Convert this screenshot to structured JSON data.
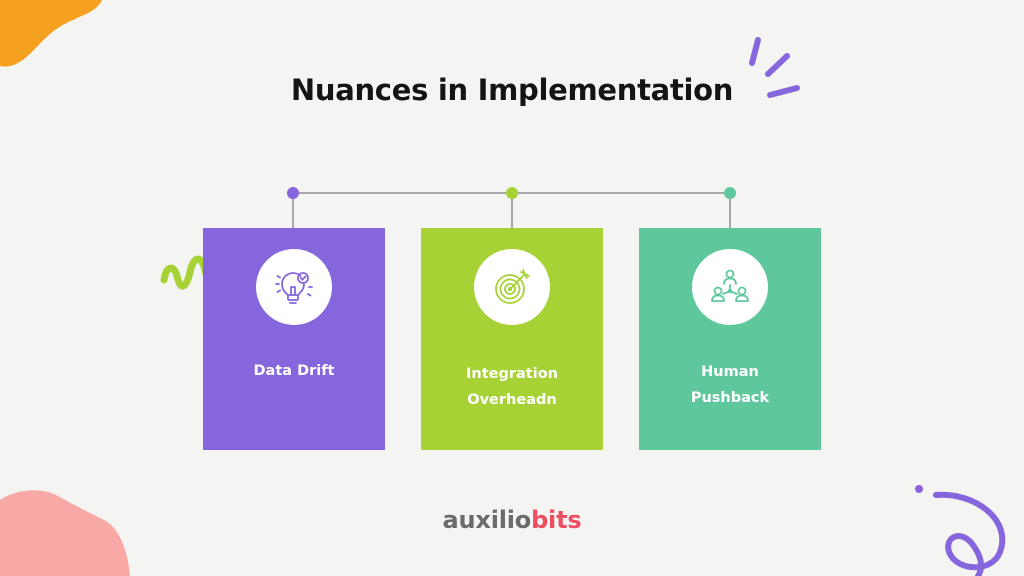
{
  "title": "Nuances in Implementation",
  "cards": [
    {
      "lines": [
        "Data Drift"
      ],
      "color": "#8566dc",
      "icon": "lightbulb-idea-icon"
    },
    {
      "lines": [
        "Integration",
        "Overheadn"
      ],
      "color": "#a6d236",
      "icon": "target-arrow-icon"
    },
    {
      "lines": [
        "Human",
        "Pushback"
      ],
      "color": "#5ec89c",
      "icon": "people-network-icon"
    }
  ],
  "connector_dot_colors": [
    "#8566dc",
    "#a6d236",
    "#5ec89c"
  ],
  "brand": {
    "part1": "auxilio",
    "part2": "bits",
    "color1": "#6b6b6b",
    "color2": "#ef4f62"
  },
  "decor_colors": {
    "orange": "#f5a01f",
    "pink": "#f8a9a6",
    "purple": "#8566dc",
    "green": "#a6d236"
  }
}
